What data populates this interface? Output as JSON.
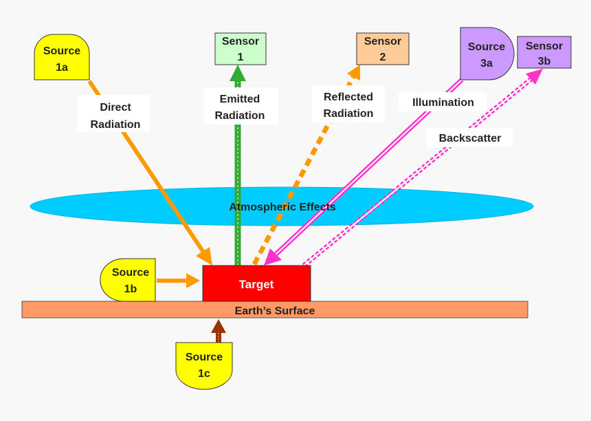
{
  "colors": {
    "source": "#ffff00",
    "sensor1": "#ccffcc",
    "sensor2": "#ffcc99",
    "sensor3": "#cc99ff",
    "target": "#ff0000",
    "surface": "#ff9966",
    "atmosphere": "#00ccff",
    "orange_arrow": "#ff9900",
    "green_arrow": "#33aa33",
    "magenta_arrow": "#ff33cc",
    "brown_arrow": "#993300"
  },
  "sources": {
    "s1a": {
      "line1": "Source",
      "line2": "1a"
    },
    "s1b": {
      "line1": "Source",
      "line2": "1b"
    },
    "s1c": {
      "line1": "Source",
      "line2": "1c"
    },
    "s3a": {
      "line1": "Source",
      "line2": "3a"
    }
  },
  "sensors": {
    "s1": {
      "line1": "Sensor",
      "line2": "1"
    },
    "s2": {
      "line1": "Sensor",
      "line2": "2"
    },
    "s3b": {
      "line1": "Sensor",
      "line2": "3b"
    }
  },
  "labels": {
    "direct_1": "Direct",
    "direct_2": "Radiation",
    "emitted_1": "Emitted",
    "emitted_2": "Radiation",
    "reflected_1": "Reflected",
    "reflected_2": "Radiation",
    "illumination": "Illumination",
    "backscatter": "Backscatter",
    "atmosphere": "Atmospheric Effects",
    "target": "Target",
    "surface": "Earth’s Surface"
  }
}
